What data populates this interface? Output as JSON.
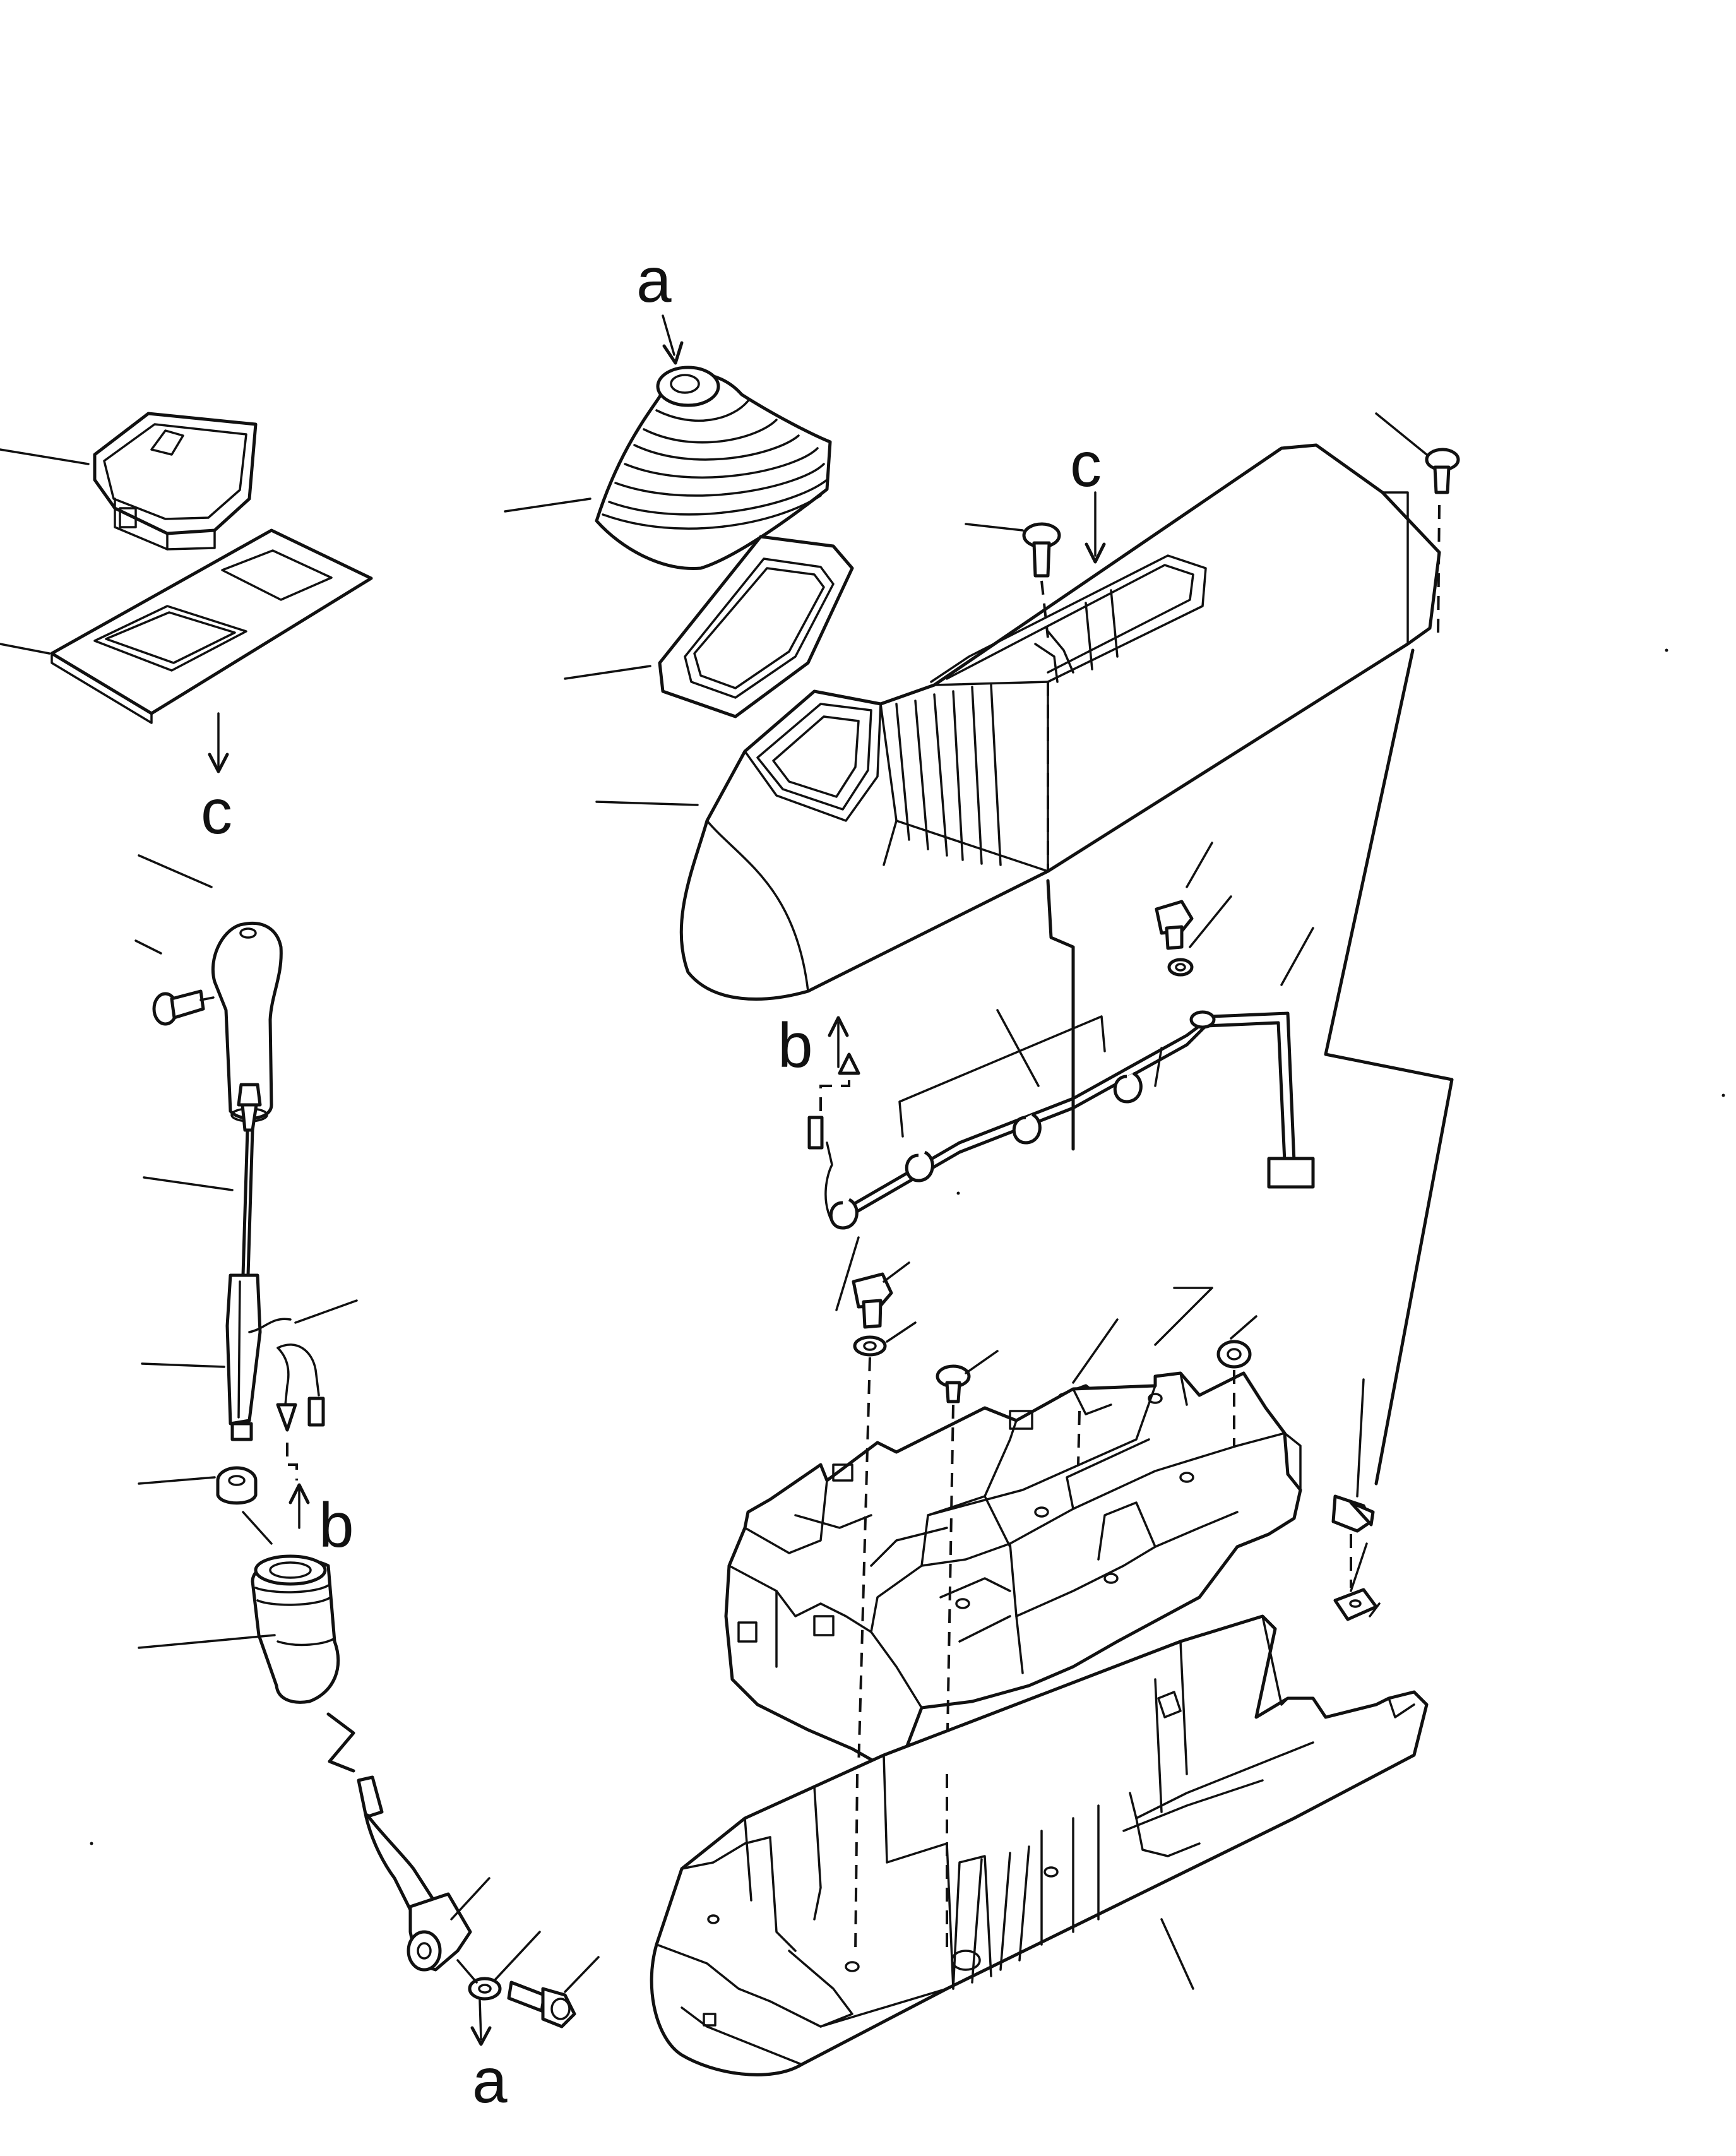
{
  "labels": {
    "a_top": "a",
    "a_bottom": "a",
    "b_upper": "b",
    "b_lower": "b",
    "c_left": "c",
    "c_right": "c"
  }
}
